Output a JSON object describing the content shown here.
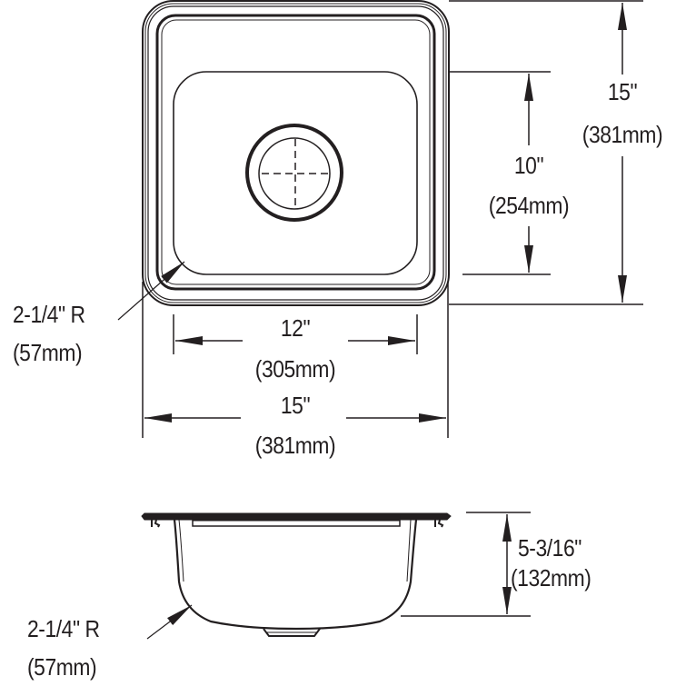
{
  "diagram": {
    "type": "sink-dimension-drawing",
    "line_color": "#231f20",
    "background": "#ffffff",
    "top_view": {
      "overall_width": {
        "inches": "15\"",
        "mm": "(381mm)"
      },
      "overall_length": {
        "inches": "15\"",
        "mm": "(381mm)"
      },
      "bowl_width": {
        "inches": "12\"",
        "mm": "(305mm)"
      },
      "bowl_length": {
        "inches": "10\"",
        "mm": "(254mm)"
      },
      "corner_radius": {
        "inches": "2-1/4\" R",
        "mm": "(57mm)"
      },
      "drain": "centered-drain-with-crosshair"
    },
    "side_view": {
      "depth": {
        "inches": "5-3/16\"",
        "mm": "(132mm)"
      },
      "corner_radius": {
        "inches": "2-1/4\" R",
        "mm": "(57mm)"
      }
    }
  }
}
